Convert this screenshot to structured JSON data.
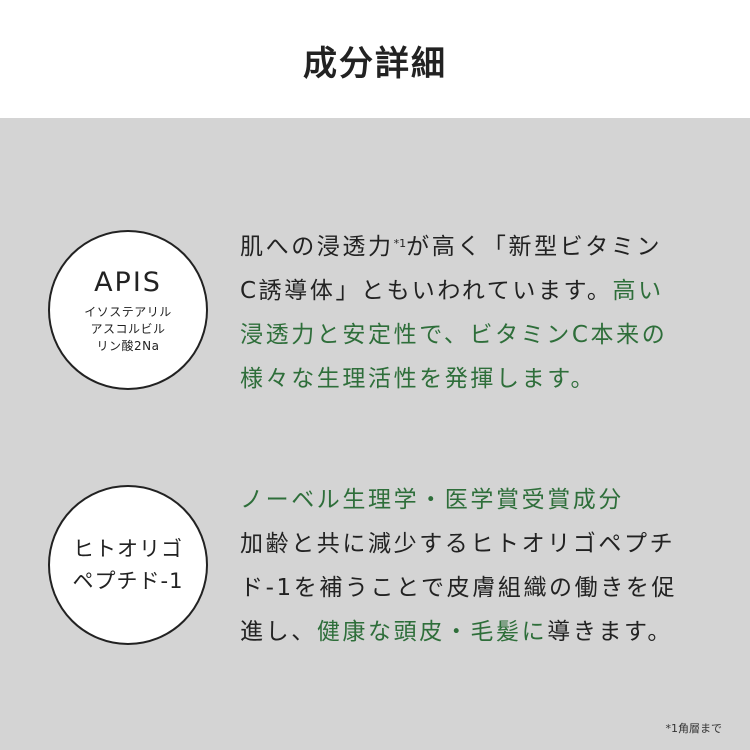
{
  "header": {
    "title": "成分詳細"
  },
  "ingredients": [
    {
      "name": "APIS",
      "subname": [
        "イソステアリル",
        "アスコルビル",
        "リン酸2Na"
      ],
      "lines": [
        [
          "肌への浸透力",
          "*1",
          "が高く「新型ビタミン"
        ],
        [
          "C誘導体」ともいわれています。",
          "高い"
        ],
        [
          "浸透力と安定性で、ビタミンC本来の"
        ],
        [
          "様々な生理活性を発揮します。"
        ]
      ]
    },
    {
      "name_lines": [
        "ヒトオリゴ",
        "ペプチド-1"
      ],
      "lines": [
        [
          "ノーベル生理学・医学賞受賞成分"
        ],
        [
          "加齢と共に減少するヒトオリゴペプチ"
        ],
        [
          "ド-1を補うことで皮膚組織の働きを促"
        ],
        [
          "進し、",
          "健康な頭皮・毛髪に",
          "導きます。"
        ]
      ]
    }
  ],
  "footnote": "*1角層まで",
  "colors": {
    "accent_green": "#2e6e3a",
    "panel_bg": "#d4d4d4",
    "text": "#222222"
  }
}
